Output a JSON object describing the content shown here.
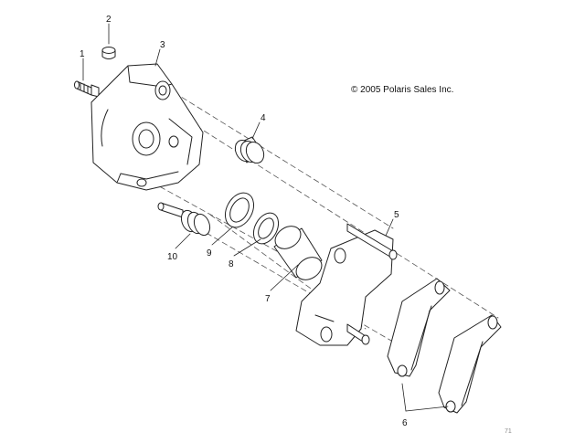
{
  "copyright": "© 2005 Polaris Sales Inc.",
  "corner_mark": "71",
  "callouts": [
    {
      "id": "1",
      "label": "1"
    },
    {
      "id": "2",
      "label": "2"
    },
    {
      "id": "3",
      "label": "3"
    },
    {
      "id": "4",
      "label": "4"
    },
    {
      "id": "5",
      "label": "5"
    },
    {
      "id": "6",
      "label": "6"
    },
    {
      "id": "7",
      "label": "7"
    },
    {
      "id": "8",
      "label": "8"
    },
    {
      "id": "9",
      "label": "9"
    },
    {
      "id": "10",
      "label": "10"
    }
  ],
  "colors": {
    "line": "#222222",
    "dash": "#555555",
    "paper": "#ffffff"
  }
}
